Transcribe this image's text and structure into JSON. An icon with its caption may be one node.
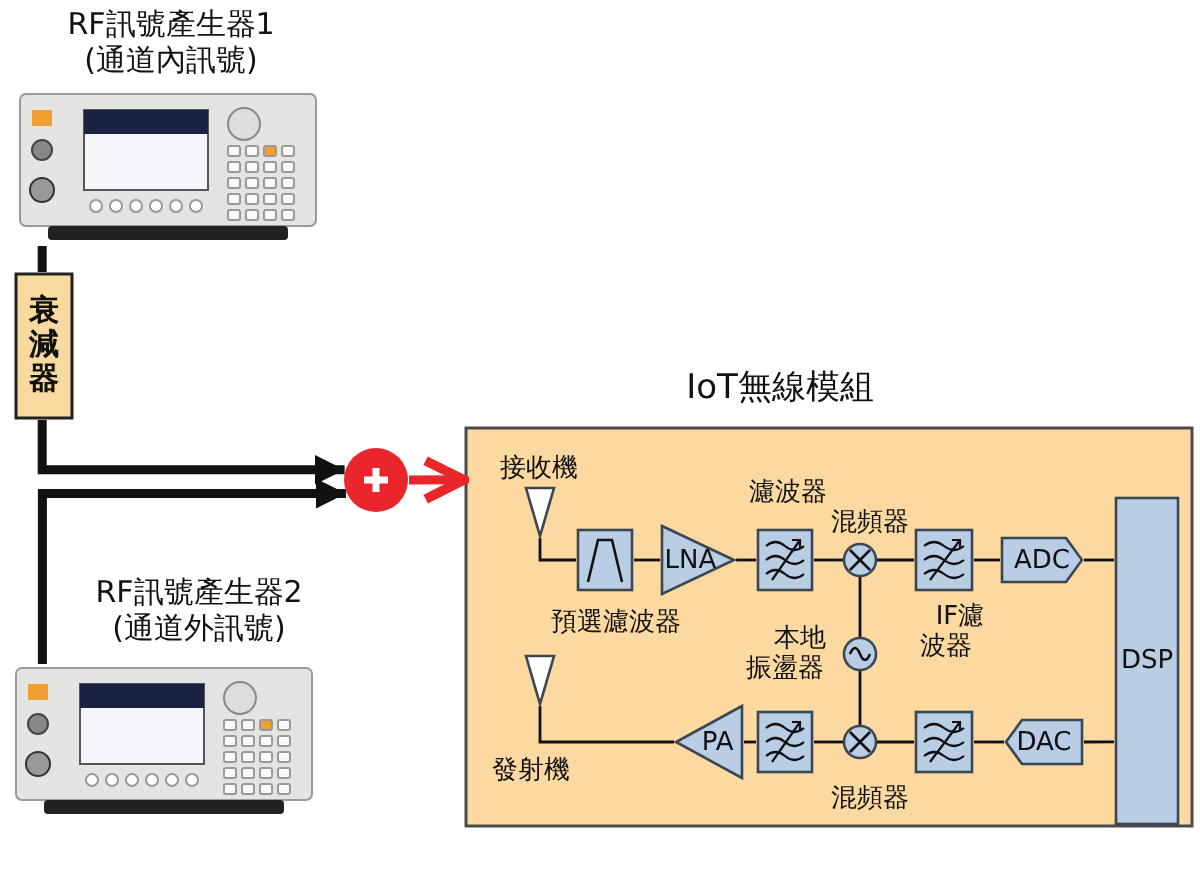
{
  "diagram": {
    "nodes": [
      {
        "text": [
          "RF訊號產生器1 (通道內訊號)"
        ]
      },
      {
        "text": [
          "衰減器"
        ]
      },
      {
        "text": [
          "RF訊號產生器2 (通道外訊號)"
        ]
      },
      {
        "text": [],
        "shape": "circle"
      },
      {
        "text": [
          "IoT無線模組"
        ]
      },
      {
        "text": [
          "接收機"
        ],
        "in": 4
      },
      {
        "text": [
          "預選濾波器"
        ],
        "in": 4
      },
      {
        "text": [
          "LNA"
        ],
        "in": 4
      },
      {
        "text": [
          "濾波器"
        ],
        "in": 4
      },
      {
        "text": [
          "混頻器"
        ],
        "in": 4
      },
      {
        "text": [
          "IF濾波器"
        ],
        "in": 4
      },
      {
        "text": [
          "ADC"
        ],
        "in": 4
      },
      {
        "text": [
          "DSP"
        ],
        "in": 4
      },
      {
        "text": [
          "本地振盪器"
        ],
        "in": 4
      },
      {
        "text": [
          "發射機"
        ],
        "in": 4
      },
      {
        "text": [
          "PA"
        ],
        "in": 4
      },
      {
        "text": [],
        "shape": "box",
        "in": 4
      },
      {
        "text": [
          "混頻器"
        ],
        "in": 4
      },
      {
        "text": [],
        "shape": "box",
        "in": 4
      },
      {
        "text": [
          "DAC"
        ],
        "in": 4
      }
    ],
    "edges": [
      {
        "from": 0,
        "to": 1,
        "arrow": "none",
        "style": "thick"
      },
      {
        "from": 1,
        "to": 3,
        "arrow": "to",
        "style": "thick"
      },
      {
        "from": 2,
        "to": 3,
        "arrow": "to",
        "style": "thick"
      },
      {
        "from": 3,
        "to": 4,
        "arrow": "to",
        "style": "thick",
        "color": "#e8262b"
      },
      {
        "from": 5,
        "to": 6,
        "arrow": "none"
      },
      {
        "from": 6,
        "to": 7,
        "arrow": "none"
      },
      {
        "from": 7,
        "to": 8,
        "arrow": "none"
      },
      {
        "from": 8,
        "to": 9,
        "arrow": "none"
      },
      {
        "from": 9,
        "to": 10,
        "arrow": "none"
      },
      {
        "from": 10,
        "to": 11,
        "arrow": "none"
      },
      {
        "from": 11,
        "to": 12,
        "arrow": "none"
      },
      {
        "from": 13,
        "to": 9,
        "arrow": "none"
      },
      {
        "from": 13,
        "to": 17,
        "arrow": "none"
      },
      {
        "from": 12,
        "to": 19,
        "arrow": "none"
      },
      {
        "from": 19,
        "to": 18,
        "arrow": "none"
      },
      {
        "from": 18,
        "to": 17,
        "arrow": "none"
      },
      {
        "from": 17,
        "to": 16,
        "arrow": "none"
      },
      {
        "from": 16,
        "to": 15,
        "arrow": "none"
      },
      {
        "from": 15,
        "to": 14,
        "arrow": "none"
      }
    ]
  }
}
